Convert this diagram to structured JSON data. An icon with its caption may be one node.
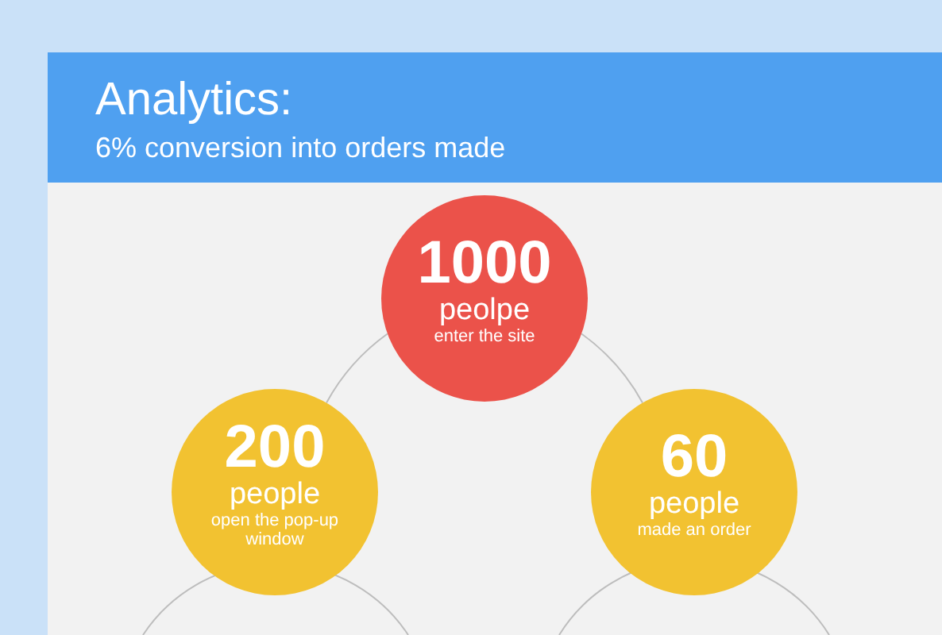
{
  "diagram": {
    "title": "Analytics:",
    "nodes": [
      {
        "text": [
          "1000",
          "peolpe",
          "enter the site"
        ]
      },
      {
        "text": [
          "200",
          "people",
          "open the pop-up window"
        ]
      },
      {
        "text": [
          "60",
          "people",
          "made an order"
        ]
      }
    ],
    "edges": [
      {
        "from": 0,
        "to": 1,
        "arrow": "none"
      },
      {
        "from": 0,
        "to": 2,
        "arrow": "none"
      }
    ],
    "labels": [
      "6% conversion into orders made"
    ]
  }
}
